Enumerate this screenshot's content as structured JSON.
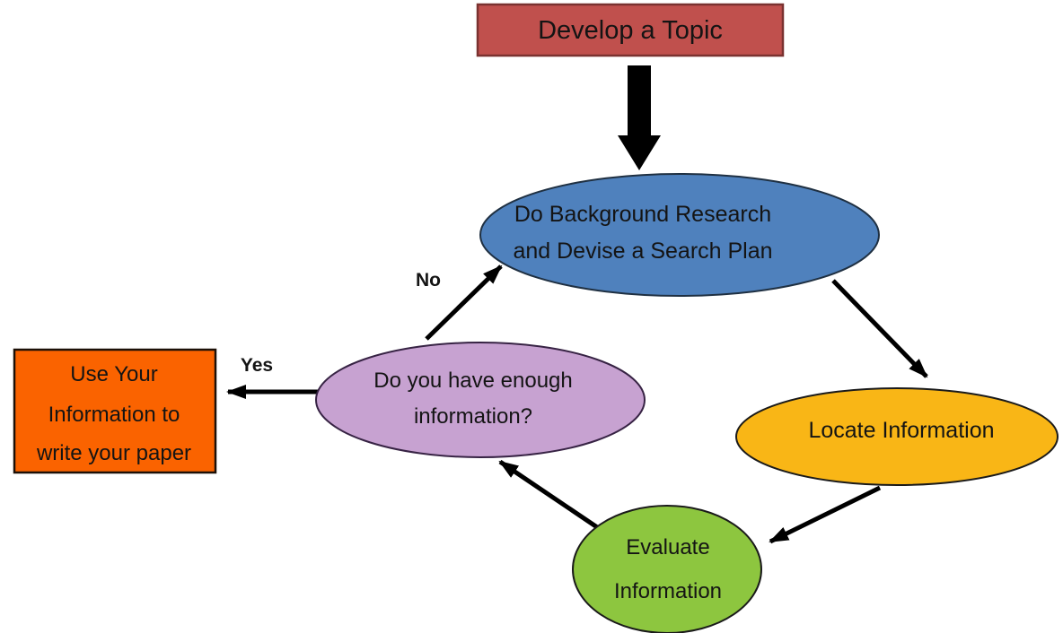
{
  "nodes": {
    "develop_topic": {
      "label": "Develop a Topic",
      "fill": "#C0504D"
    },
    "background_research": {
      "line1": "Do Background Research",
      "line2": "and Devise a Search Plan",
      "fill": "#4F81BD"
    },
    "locate_information": {
      "label": "Locate Information",
      "fill": "#F9B616"
    },
    "evaluate_information": {
      "line1": "Evaluate",
      "line2": "Information",
      "fill": "#8DC63F"
    },
    "enough_information": {
      "line1": "Do you have enough",
      "line2": "information?",
      "fill": "#C7A2D1"
    },
    "use_information": {
      "line1": "Use Your",
      "line2": "Information to",
      "line3": "write your paper",
      "fill": "#FA6300"
    }
  },
  "edge_labels": {
    "no": "No",
    "yes": "Yes"
  },
  "arrow_color": "#000000"
}
